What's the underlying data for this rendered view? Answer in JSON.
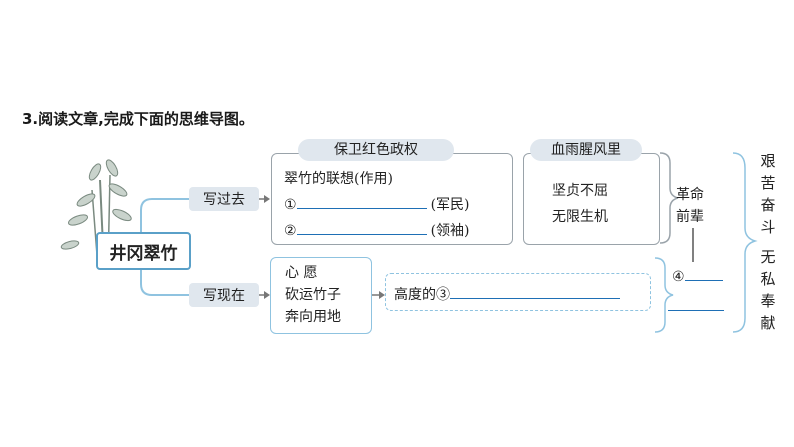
{
  "question": "3.阅读文章,完成下面的思维导图。",
  "central_topic": "井冈翠竹",
  "branches": {
    "past_label": "写过去",
    "present_label": "写现在"
  },
  "past": {
    "guard_title": "保卫红色政权",
    "association_title": "翠竹的联想(作用)",
    "item1_num": "①",
    "item1_note": "(军民)",
    "item2_num": "②",
    "item2_note": "(领袖)",
    "blood_title": "血雨腥风里",
    "blood_line1": "坚贞不屈",
    "blood_line2": "无限生机"
  },
  "present": {
    "heart_line1": "心 愿",
    "heart_line2": "砍运竹子",
    "heart_line3": "奔向用地",
    "height_text": "高度的③"
  },
  "revolution": {
    "line1": "革命",
    "line2": "前辈",
    "blank4_num": "④"
  },
  "qualities": {
    "group1": "艰苦奋斗",
    "group2": "无私奉献"
  },
  "colors": {
    "line_blue": "#8fc3e0",
    "answer_blue": "#1e6fb5",
    "tag_gray": "#e0e7ee"
  }
}
